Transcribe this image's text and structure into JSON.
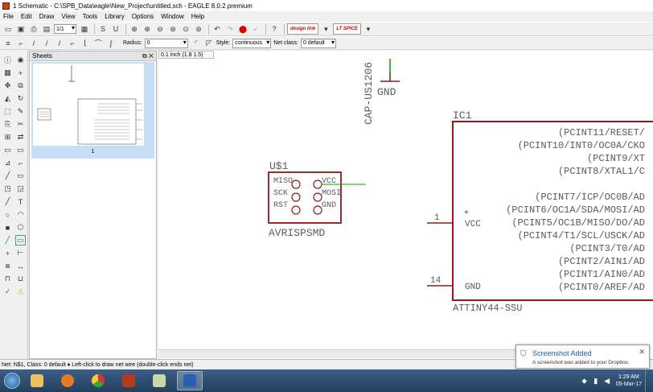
{
  "window": {
    "title": "1 Schematic - C:\\SPB_Data\\eagle\\New_Project\\untitled.sch - EAGLE 8.0.2 premium"
  },
  "menu": [
    "File",
    "Edit",
    "Draw",
    "View",
    "Tools",
    "Library",
    "Options",
    "Window",
    "Help"
  ],
  "toolbar": {
    "sheet_select": "1/1",
    "design_link_label": "design link",
    "lt_spice_label": "LT SPICE"
  },
  "params": {
    "radius_label": "Radius:",
    "radius_value": "0",
    "style_label": "Style:",
    "style_value": "continuous",
    "netclass_label": "Net class:",
    "netclass_value": "0 default"
  },
  "sheets_panel": {
    "title": "Sheets",
    "sheet_number": "1"
  },
  "canvas": {
    "coordinate": "0.1 inch (1.8 1.5)",
    "cap_label": "CAP-US1206",
    "cap_gnd": "GND",
    "isp": {
      "name": "U$1",
      "value": "AVRISPSMD",
      "pins_left": [
        "MISO",
        "SCK",
        "RST"
      ],
      "pins_right": [
        "VCC",
        "MOSI",
        "GND"
      ]
    },
    "ic": {
      "name": "IC1",
      "value": "ATTINY44-SSU",
      "pin_vcc_num": "1",
      "pin_vcc": "VCC",
      "pin_gnd_num": "14",
      "pin_gnd": "GND",
      "right_pins": [
        "(PCINT11/RESET/",
        "(PCINT10/INT0/OC0A/CKO",
        "(PCINT9/XT",
        "(PCINT8/XTAL1/C",
        "(PCINT7/ICP/OC0B/AD",
        "(PCINT6/OC1A/SDA/MOSI/AD",
        "(PCINT5/OC1B/MISO/DO/AD",
        "(PCINT4/T1/SCL/USCK/AD",
        "(PCINT3/T0/AD",
        "(PCINT2/AIN1/AD",
        "(PCINT1/AIN0/AD",
        "(PCINT0/AREF/AD"
      ]
    }
  },
  "status": "Net: N$1, Class: 0 default  ♦ Left-click to draw net wire (double-click ends net)",
  "toast": {
    "title": "Screenshot Added",
    "body": "A screenshot was added to your Dropbox."
  },
  "clock": {
    "time": "1:29 AM",
    "date": "05-Mar-17"
  },
  "colors": {
    "symbol_outline": "#8b1a1a",
    "symbol_text": "#5b5b5b",
    "net_wire": "#00a000",
    "selection": "#c7def7",
    "taskbar": "#2c4d72"
  }
}
